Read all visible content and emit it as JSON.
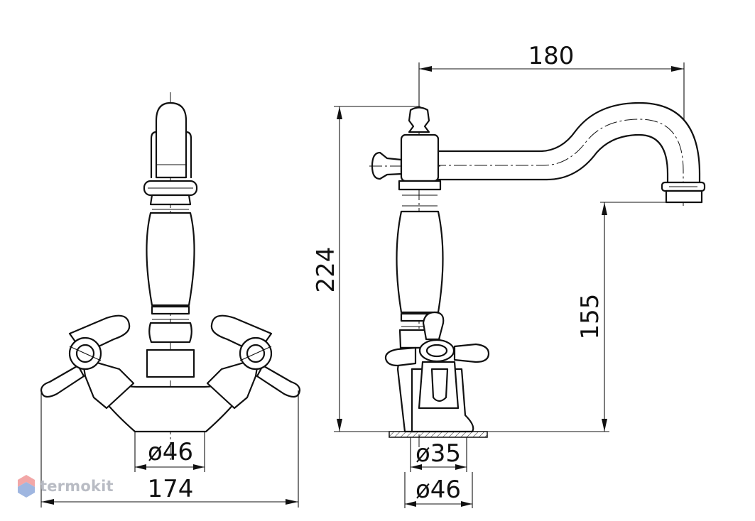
{
  "dimensions": {
    "front_width": "174",
    "front_base": "ø46",
    "side_reach": "180",
    "side_height": "224",
    "spout_height": "155",
    "side_inner_base": "ø35",
    "side_outer_base": "ø46"
  },
  "brand": {
    "name": "termokit",
    "colors": [
      "#f2a7a7",
      "#9fb6e0"
    ]
  }
}
